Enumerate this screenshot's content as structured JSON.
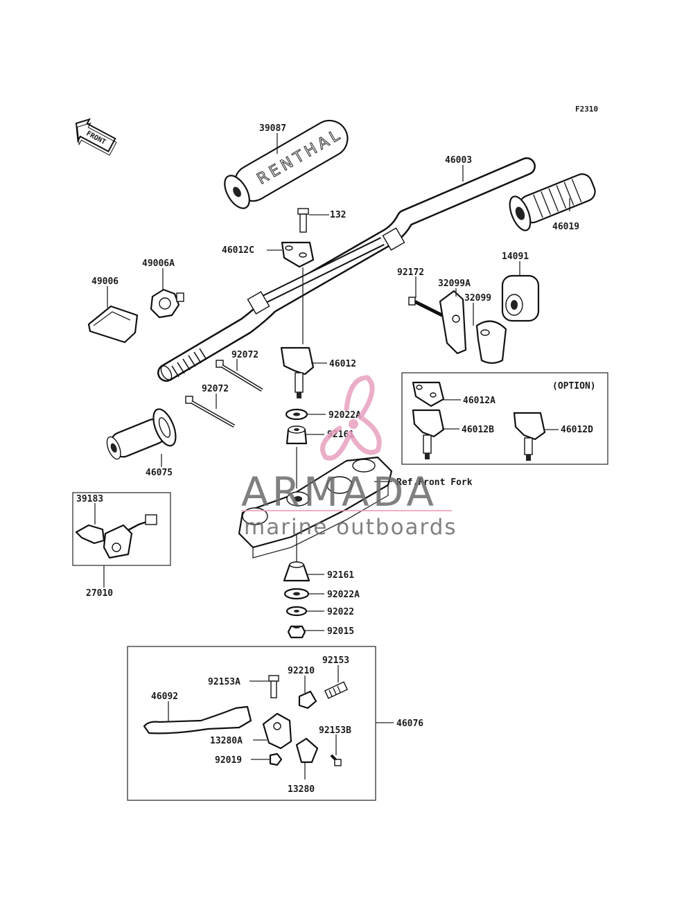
{
  "diagram": {
    "code": "F2310",
    "front_label": "FRONT",
    "bar_pad_print": "RENTHAL",
    "option_title": "(OPTION)",
    "ref_note": "Ref.Front Fork"
  },
  "parts": [
    {
      "id": "p39087",
      "label": "39087"
    },
    {
      "id": "p46003",
      "label": "46003"
    },
    {
      "id": "p46019",
      "label": "46019"
    },
    {
      "id": "p132",
      "label": "132"
    },
    {
      "id": "p46012C",
      "label": "46012C"
    },
    {
      "id": "p49006A",
      "label": "49006A"
    },
    {
      "id": "p49006",
      "label": "49006"
    },
    {
      "id": "p14091",
      "label": "14091"
    },
    {
      "id": "p92172",
      "label": "92172"
    },
    {
      "id": "p32099A",
      "label": "32099A"
    },
    {
      "id": "p32099",
      "label": "32099"
    },
    {
      "id": "p92072a",
      "label": "92072"
    },
    {
      "id": "p92072b",
      "label": "92072"
    },
    {
      "id": "p46012",
      "label": "46012"
    },
    {
      "id": "p46012A",
      "label": "46012A"
    },
    {
      "id": "p46012B",
      "label": "46012B"
    },
    {
      "id": "p46012D",
      "label": "46012D"
    },
    {
      "id": "p92022A_top",
      "label": "92022A"
    },
    {
      "id": "p92161_top",
      "label": "92161"
    },
    {
      "id": "p46075",
      "label": "46075"
    },
    {
      "id": "p39183",
      "label": "39183"
    },
    {
      "id": "p27010",
      "label": "27010"
    },
    {
      "id": "p92161_bot",
      "label": "92161"
    },
    {
      "id": "p92022A_bot",
      "label": "92022A"
    },
    {
      "id": "p92022",
      "label": "92022"
    },
    {
      "id": "p92015",
      "label": "92015"
    },
    {
      "id": "p92153",
      "label": "92153"
    },
    {
      "id": "p92153A",
      "label": "92153A"
    },
    {
      "id": "p92210",
      "label": "92210"
    },
    {
      "id": "p46092",
      "label": "46092"
    },
    {
      "id": "p46076",
      "label": "46076"
    },
    {
      "id": "p92153B",
      "label": "92153B"
    },
    {
      "id": "p13280A",
      "label": "13280A"
    },
    {
      "id": "p92019",
      "label": "92019"
    },
    {
      "id": "p13280",
      "label": "13280"
    }
  ],
  "watermark": {
    "main": "ARMADA",
    "sub": "marine outboards",
    "text_color": "#6b6b6b",
    "accent_color": "#e8a0c0"
  }
}
